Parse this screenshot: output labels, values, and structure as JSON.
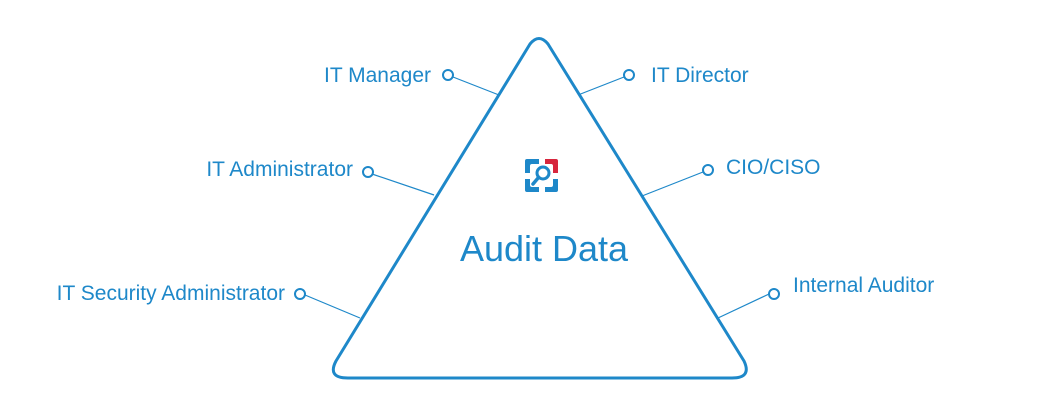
{
  "diagram": {
    "center_title": "Audit Data",
    "center_icon": "audit-search-logo-icon",
    "roles": [
      {
        "id": "it-manager",
        "label": "IT Manager",
        "side": "left"
      },
      {
        "id": "it-administrator",
        "label": "IT Administrator",
        "side": "left"
      },
      {
        "id": "it-security-administrator",
        "label": "IT Security Administrator",
        "side": "left"
      },
      {
        "id": "it-director",
        "label": "IT Director",
        "side": "right"
      },
      {
        "id": "cio-ciso",
        "label": "CIO/CISO",
        "side": "right"
      },
      {
        "id": "internal-auditor",
        "label": "Internal Auditor",
        "side": "right"
      }
    ]
  },
  "colors": {
    "primary": "#1e88c9",
    "accent_red": "#d7263d",
    "background": "#ffffff"
  }
}
